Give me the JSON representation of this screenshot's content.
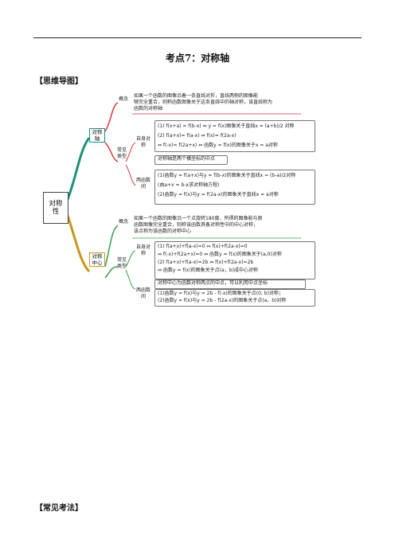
{
  "page": {
    "title": "考点7：对称轴",
    "section_mindmap": "【思维导图】",
    "section_common": "【常见考法】"
  },
  "mindmap": {
    "root": "对称性",
    "axis": {
      "label": "对称轴",
      "concept_label": "概念",
      "concept_lines": [
        "如果一个函数的图像沿着一条直线对折，直线两侧的图像能",
        "够完全重合，则称函数图像关于这条直线中的轴对称，该直线称为",
        "函数的对称轴"
      ],
      "types_label": "常见类型",
      "self_label": "自身对称",
      "self_lines": [
        "(1) f(x+a) = f(b-x) ⇔ y = f(x)图像关于直线x = (a+b)/2 对称",
        "(2) f(a+x)= f(a-x) ⇔ f(x)= f(2a-x)",
        "⇔ f(-x)= f(2a+x) ⇔ 函数y = f(x)的图像关于x = a对称"
      ],
      "self_note": "对称轴是两个横坐标的中点",
      "two_label": "两函数间",
      "two_lines": [
        "(1)函数y = f(a+x)与y = f(b-x)的图象关于直线x = (b-a)/2对称",
        "(由a+x = b-x求对称轴方程)",
        "(2)函数y = f(x)与y = f(2a-x)的图象关于直线x = a对称"
      ]
    },
    "center": {
      "label": "对称中心",
      "concept_label": "概念",
      "concept_lines": [
        "如果一个函数的图像沿一个点旋转180度，所得的图像能与原",
        "函数图像完全重合，则称该函数具备对称性中的中心对称，",
        "该点称为该函数的对称中心"
      ],
      "types_label": "常见类型",
      "self_label": "自身对称",
      "self_lines": [
        "(1) f(a+x)+f(a-x)=0 ⇔ f(x)+f(2a-x)=0",
        "⇔ f(-x)+f(2a+x)=0 ⇔ 函数y = f(x)的图象关于(a,0)对称",
        "(2) f(a+x)+f(a-x)=2b ⇔ f(x)+f(2a-x)=2b",
        "⇔ 函数y = f(x)的图象关于点(a，b)成中心对称"
      ],
      "self_note": "对称中心为函数对称两点的中点，可以利用中点坐标",
      "two_label": "两函数间",
      "two_lines": [
        "(1)函数y = f(x)与y = 2b - f(-x)的图象关于点(0, b)对称；",
        "(2)函数y = f(x)与y = 2b - f(2a-x)的图象关于点(a，b)对称"
      ]
    },
    "colors": {
      "axis_branch": "#1f8e7e",
      "center_branch": "#c8961e",
      "axis_sub": "#d23a3a",
      "center_sub": "#3aa04a"
    }
  }
}
